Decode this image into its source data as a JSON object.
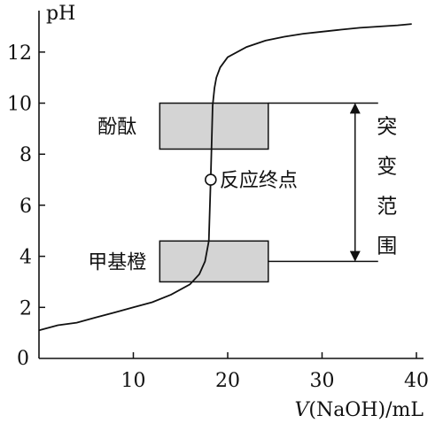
{
  "chart_data": {
    "type": "line",
    "ylabel": "pH",
    "xlabel_parts": {
      "var": "V",
      "rest": "(NaOH)/mL"
    },
    "xlim": [
      0,
      40
    ],
    "ylim": [
      0,
      13
    ],
    "x_ticks": [
      10,
      20,
      30,
      40
    ],
    "y_ticks": [
      2,
      4,
      6,
      8,
      10,
      12
    ],
    "origin_label": "0",
    "series": [
      {
        "x": [
          0,
          2,
          4,
          6,
          8,
          10,
          12,
          14,
          16,
          17,
          17.6,
          18.0,
          18.2,
          18.4,
          18.6,
          18.8,
          19.2,
          20,
          22,
          24,
          26,
          28,
          30,
          32,
          34,
          36,
          38,
          39.5
        ],
        "y": [
          1.1,
          1.3,
          1.4,
          1.6,
          1.8,
          2.0,
          2.2,
          2.5,
          2.9,
          3.3,
          3.8,
          4.6,
          7.0,
          9.9,
          10.6,
          11.0,
          11.4,
          11.8,
          12.2,
          12.45,
          12.6,
          12.72,
          12.8,
          12.88,
          12.95,
          13.0,
          13.05,
          13.1
        ]
      }
    ],
    "equivalence_point": {
      "x": 18.2,
      "y": 7,
      "label": "反应终点"
    },
    "indicators": [
      {
        "label": "酚酞",
        "x_from": 12.8,
        "x_to": 24.3,
        "y_from": 8.2,
        "y_to": 10
      },
      {
        "label": "甲基橙",
        "x_from": 12.8,
        "x_to": 24.3,
        "y_from": 3.0,
        "y_to": 4.6
      }
    ],
    "jump_range": {
      "label": "突变范围",
      "y_from": 3.8,
      "y_to": 10,
      "x": 33.5
    },
    "box_color": "#d4d4d4"
  }
}
